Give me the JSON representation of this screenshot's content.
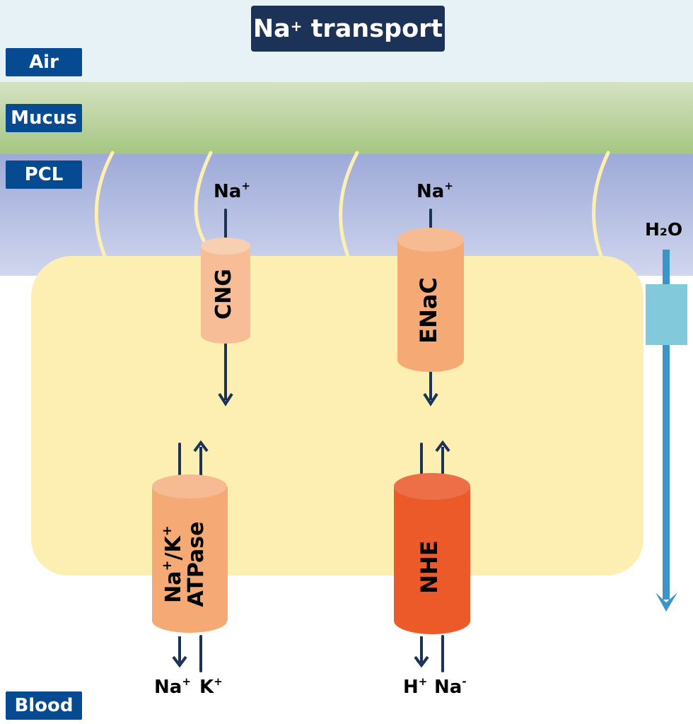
{
  "title": {
    "main": "Na",
    "superscript": "+",
    "rest": " transport"
  },
  "layers": [
    {
      "id": "air",
      "label": "Air"
    },
    {
      "id": "mucus",
      "label": "Mucus"
    },
    {
      "id": "pcl",
      "label": "PCL"
    },
    {
      "id": "blood",
      "label": "Blood"
    }
  ],
  "channels": {
    "cng": {
      "label": "CNG",
      "color": "#f6bd96",
      "top_color": "#f8cfb1"
    },
    "enac": {
      "label": "ENaC",
      "color": "#f5a974",
      "top_color": "#f6bb92"
    },
    "atpase": {
      "label_line1_base": "Na",
      "label_line1_sup1": "+",
      "label_line1_mid": "/K",
      "label_line1_sup2": "+",
      "label_line2": "ATPase",
      "color": "#f5a974",
      "top_color": "#f6bb92"
    },
    "nhe": {
      "label": "NHE",
      "color": "#ec5a2a",
      "top_color": "#ec6f48"
    }
  },
  "ions": {
    "cng_in": {
      "base": "Na",
      "sup": "+"
    },
    "enac_in": {
      "base": "Na",
      "sup": "+"
    },
    "atpase_out_na": {
      "base": "Na",
      "sup": "+"
    },
    "atpase_out_k": {
      "base": "K",
      "sup": "+"
    },
    "nhe_out_h": {
      "base": "H",
      "sup": "+"
    },
    "nhe_out_na": {
      "base": "Na",
      "sup": "-"
    },
    "water": {
      "text": "H₂O"
    }
  },
  "colors": {
    "label_bg": "#064a92",
    "title_bg": "#1c3256",
    "arrow": "#1c3256",
    "water_arrow": "#3b95c6",
    "aquaporin": "#82c9dc",
    "cilia": "#fdefb1",
    "cell": "#fdefb1"
  }
}
